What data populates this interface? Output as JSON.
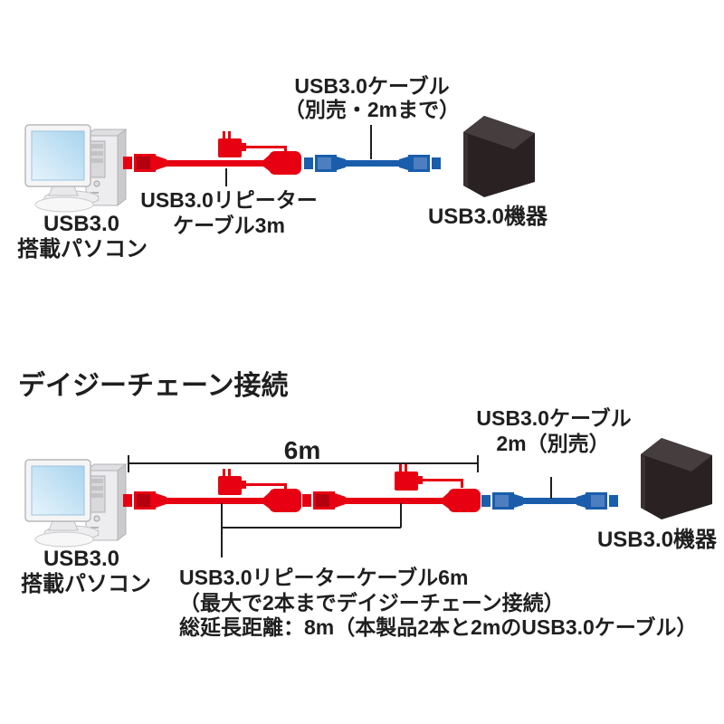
{
  "diagram1": {
    "cable_label": [
      "USB3.0ケーブル",
      "（別売・2mまで）"
    ],
    "repeater_label": [
      "USB3.0リピーター",
      "ケーブル3m"
    ],
    "pc_label": [
      "USB3.0",
      "搭載パソコン"
    ],
    "device_label": "USB3.0機器"
  },
  "diagram2": {
    "title": "デイジーチェーン接続",
    "dimension_label": "6m",
    "cable_label": [
      "USB3.0ケーブル",
      "2m（別売）"
    ],
    "pc_label": [
      "USB3.0",
      "搭載パソコン"
    ],
    "device_label": "USB3.0機器",
    "notes": [
      "USB3.0リピーターケーブル6m",
      "（最大で2本までデイジーチェーン接続）",
      "総延長距離：8m（本製品2本と2mのUSB3.0ケーブル）"
    ]
  },
  "colors": {
    "repeater_cable_red": "#e60012",
    "usb_cable_blue": "#1a5dab",
    "connector_inner_red": "#b4000f",
    "connector_inner_blue": "#4d7fc0",
    "line_black": "#1f1f1f",
    "device_black": "#2a2123"
  }
}
